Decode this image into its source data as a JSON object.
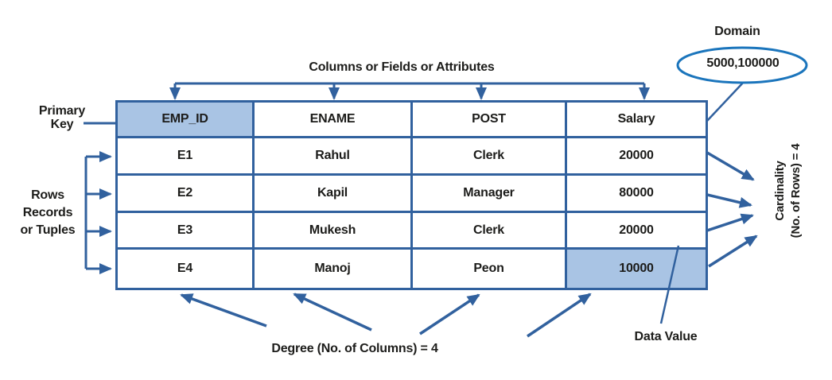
{
  "table": {
    "headers": [
      "EMP_ID",
      "ENAME",
      "POST",
      "Salary"
    ],
    "rows": [
      [
        "E1",
        "Rahul",
        "Clerk",
        "20000"
      ],
      [
        "E2",
        "Kapil",
        "Manager",
        "80000"
      ],
      [
        "E3",
        "Mukesh",
        "Clerk",
        "20000"
      ],
      [
        "E4",
        "Manoj",
        "Peon",
        "10000"
      ]
    ]
  },
  "labels": {
    "columns_attributes": "Columns or Fields or Attributes",
    "primary_key": [
      "Primary",
      "Key"
    ],
    "rows_tuples": [
      "Rows",
      "Records",
      "or Tuples"
    ],
    "degree": "Degree (No. of Columns) = 4",
    "data_value": "Data Value",
    "domain": "Domain",
    "domain_value": "5000,100000",
    "cardinality": [
      "Cardinality",
      "(No. of Rows) = 4"
    ]
  },
  "colors": {
    "line_blue": "#31619E",
    "highlight_blue": "#A9C4E4",
    "ellipse_blue": "#1B75BC",
    "text_dark": "#1C1C1A"
  }
}
